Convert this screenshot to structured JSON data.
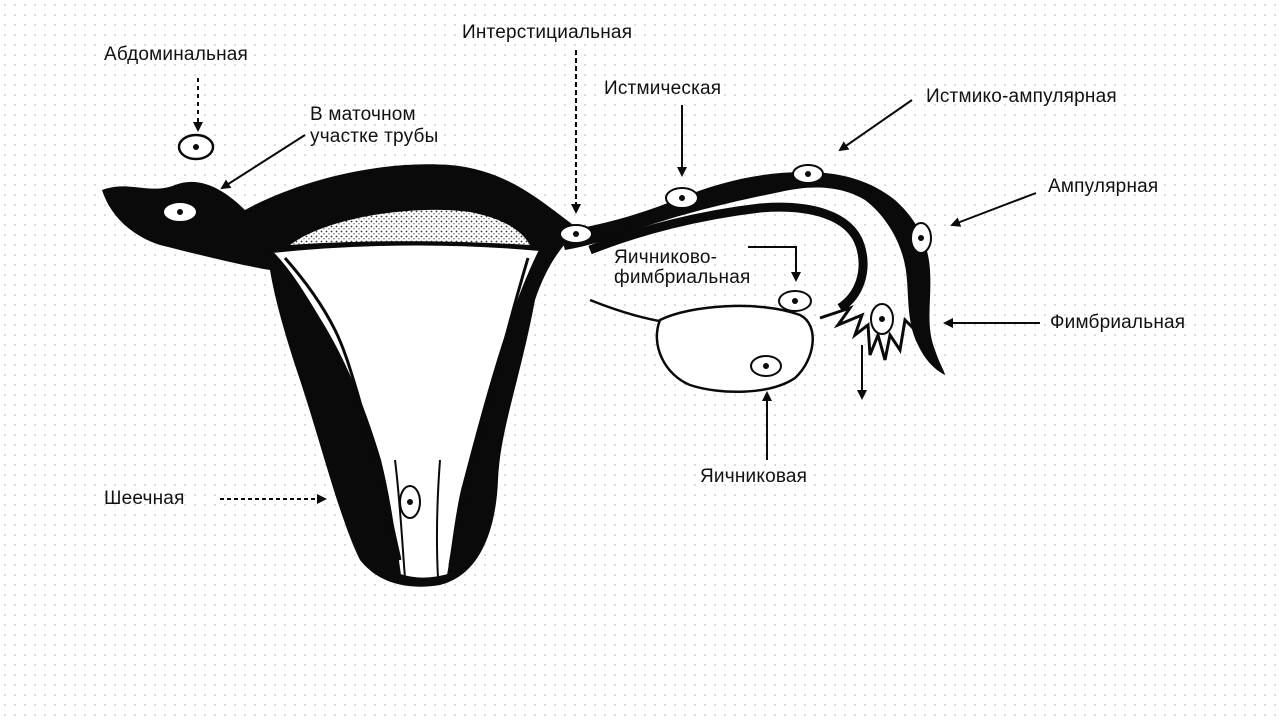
{
  "colors": {
    "ink": "#0a0a0a",
    "background": "#ffffff",
    "dot_pattern": "#d6d6d6"
  },
  "labels": {
    "abdominal": "Абдоминальная",
    "uterine_part": "В маточном\nучастке трубы",
    "interstitial": "Интерстициальная",
    "isthmic": "Истмическая",
    "isthmic_ampullary": "Истмико-ампулярная",
    "ampullary": "Ампулярная",
    "ovarian_fimbrial": "Яичниково-\nфимбриальная",
    "fimbrial": "Фимбриальная",
    "ovarian": "Яичниковая",
    "cervical": "Шеечная"
  }
}
